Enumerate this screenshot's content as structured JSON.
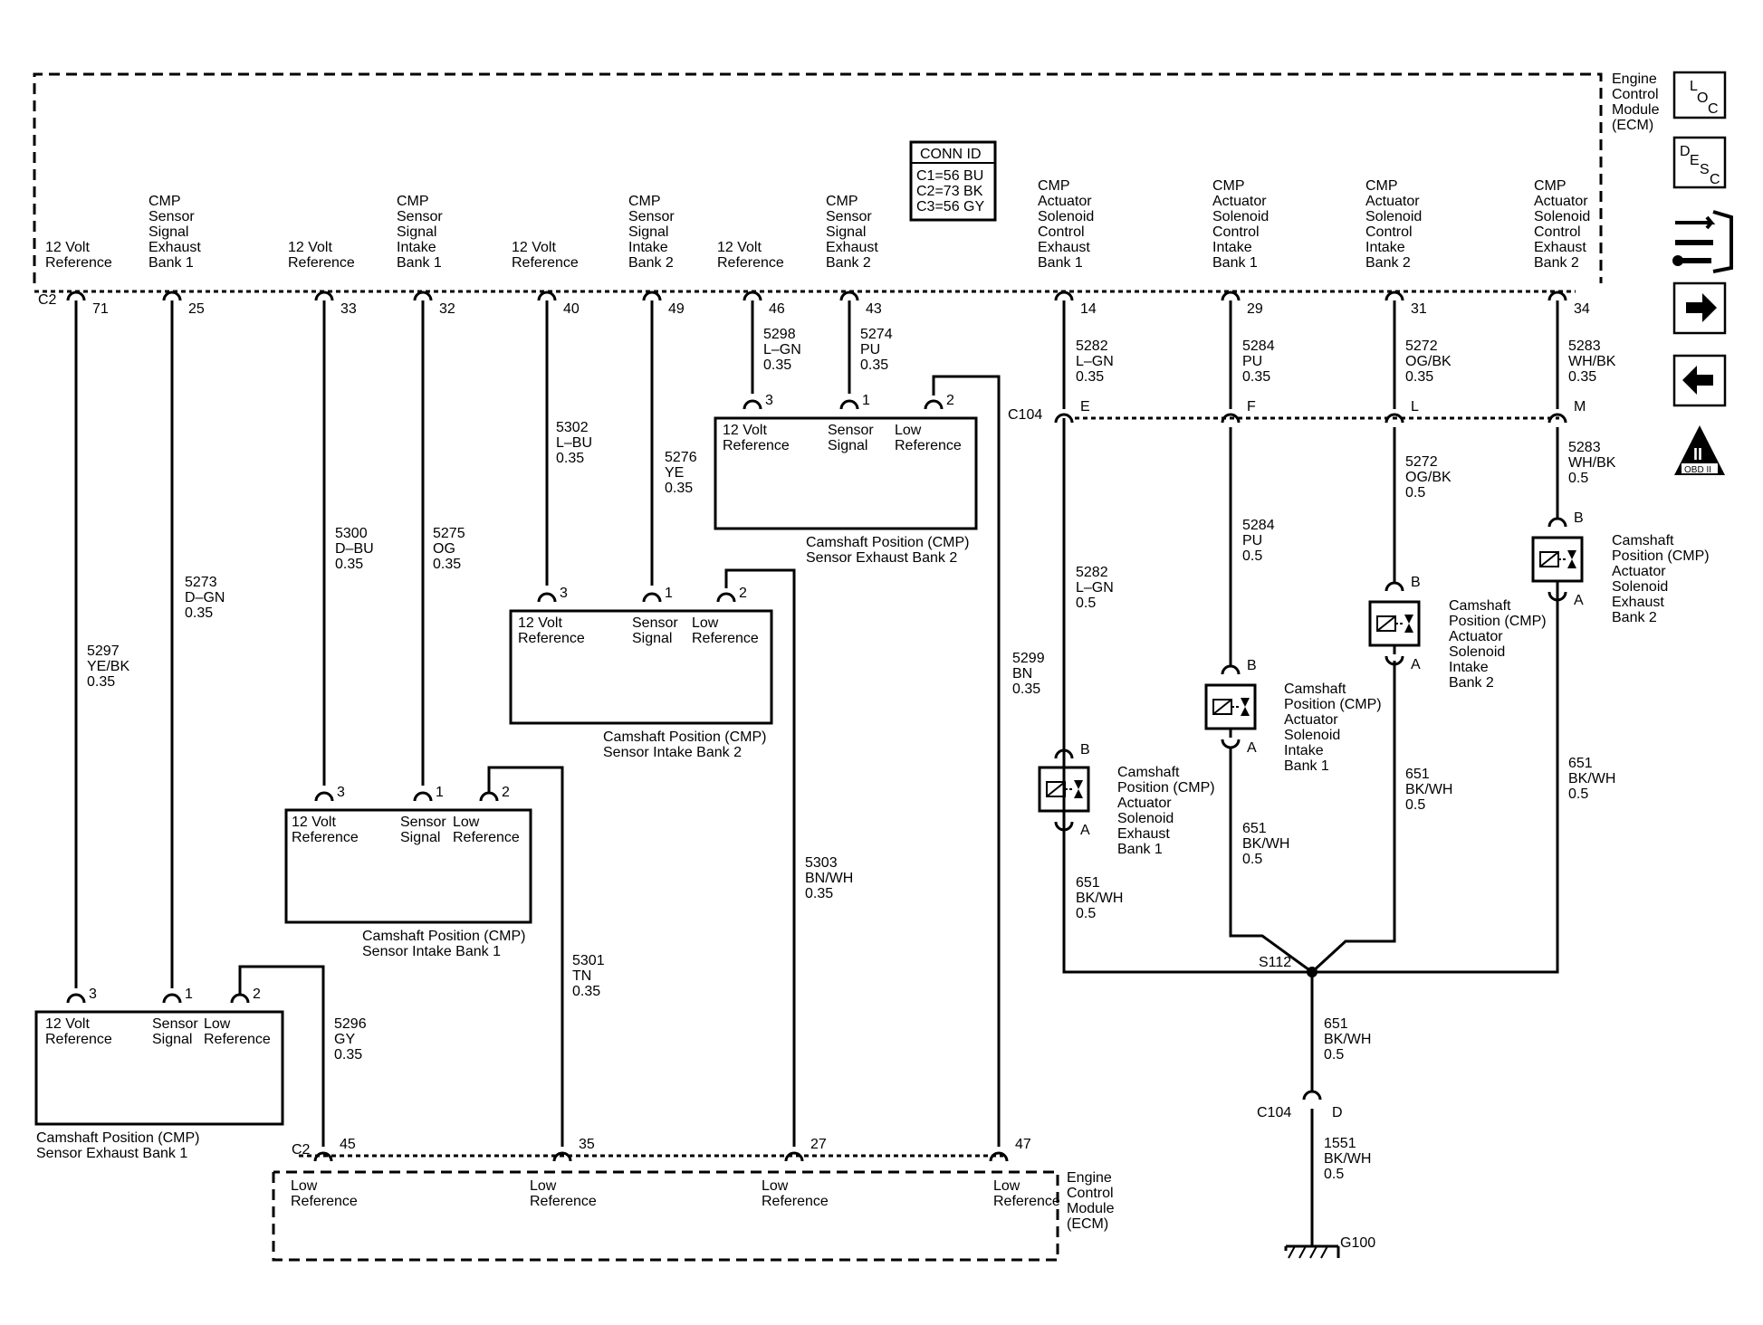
{
  "ecm": {
    "title": [
      "Engine",
      "Control",
      "Module",
      "(ECM)"
    ],
    "conn_id": {
      "title": "CONN ID",
      "lines": [
        "C1=56 BU",
        "C2=73 BK",
        "C3=56 GY"
      ]
    }
  },
  "connectors": {
    "c2": "C2",
    "c104": "C104",
    "s112": "S112",
    "g100": "G100"
  },
  "ecm_terminals": [
    {
      "pin": "71",
      "label": [
        "12 Volt",
        "Reference"
      ]
    },
    {
      "pin": "25",
      "label": [
        "CMP",
        "Sensor",
        "Signal",
        "Exhaust",
        "Bank 1"
      ]
    },
    {
      "pin": "33",
      "label": [
        "12 Volt",
        "Reference"
      ]
    },
    {
      "pin": "32",
      "label": [
        "CMP",
        "Sensor",
        "Signal",
        "Intake",
        "Bank 1"
      ]
    },
    {
      "pin": "40",
      "label": [
        "12 Volt",
        "Reference"
      ]
    },
    {
      "pin": "49",
      "label": [
        "CMP",
        "Sensor",
        "Signal",
        "Intake",
        "Bank 2"
      ]
    },
    {
      "pin": "46",
      "label": [
        "12 Volt",
        "Reference"
      ]
    },
    {
      "pin": "43",
      "label": [
        "CMP",
        "Sensor",
        "Signal",
        "Exhaust",
        "Bank 2"
      ]
    },
    {
      "pin": "14",
      "label": [
        "CMP",
        "Actuator",
        "Solenoid",
        "Control",
        "Exhaust",
        "Bank 1"
      ]
    },
    {
      "pin": "29",
      "label": [
        "CMP",
        "Actuator",
        "Solenoid",
        "Control",
        "Intake",
        "Bank 1"
      ]
    },
    {
      "pin": "31",
      "label": [
        "CMP",
        "Actuator",
        "Solenoid",
        "Control",
        "Intake",
        "Bank 2"
      ]
    },
    {
      "pin": "34",
      "label": [
        "CMP",
        "Actuator",
        "Solenoid",
        "Control",
        "Exhaust",
        "Bank 2"
      ]
    }
  ],
  "ecm_bottom": {
    "pins": [
      "45",
      "35",
      "27",
      "47"
    ],
    "label": [
      "Low",
      "Reference"
    ],
    "title": [
      "Engine",
      "Control",
      "Module",
      "(ECM)"
    ]
  },
  "wires": [
    [
      "5297",
      "YE/BK",
      "0.35"
    ],
    [
      "5273",
      "D–GN",
      "0.35"
    ],
    [
      "5300",
      "D–BU",
      "0.35"
    ],
    [
      "5275",
      "OG",
      "0.35"
    ],
    [
      "5302",
      "L–BU",
      "0.35"
    ],
    [
      "5276",
      "YE",
      "0.35"
    ],
    [
      "5298",
      "L–GN",
      "0.35"
    ],
    [
      "5274",
      "PU",
      "0.35"
    ],
    [
      "5299",
      "BN",
      "0.35"
    ],
    [
      "5303",
      "BN/WH",
      "0.35"
    ],
    [
      "5301",
      "TN",
      "0.35"
    ],
    [
      "5296",
      "GY",
      "0.35"
    ],
    [
      "5282",
      "L–GN",
      "0.35"
    ],
    [
      "5284",
      "PU",
      "0.35"
    ],
    [
      "5272",
      "OG/BK",
      "0.35"
    ],
    [
      "5283",
      "WH/BK",
      "0.35"
    ],
    [
      "5282",
      "L–GN",
      "0.5"
    ],
    [
      "5284",
      "PU",
      "0.5"
    ],
    [
      "5272",
      "OG/BK",
      "0.5"
    ],
    [
      "5283",
      "WH/BK",
      "0.5"
    ],
    [
      "651",
      "BK/WH",
      "0.5"
    ],
    [
      "651",
      "BK/WH",
      "0.5"
    ],
    [
      "651",
      "BK/WH",
      "0.5"
    ],
    [
      "651",
      "BK/WH",
      "0.5"
    ],
    [
      "651",
      "BK/WH",
      "0.5"
    ],
    [
      "1551",
      "BK/WH",
      "0.5"
    ]
  ],
  "c104_pins": [
    "E",
    "F",
    "L",
    "M",
    "D"
  ],
  "sensors": [
    {
      "name": [
        "Camshaft Position (CMP)",
        "Sensor Exhaust Bank 1"
      ],
      "pins": [
        "3",
        "1",
        "2"
      ],
      "labels": [
        [
          "12 Volt",
          "Reference"
        ],
        [
          "Sensor",
          "Signal"
        ],
        [
          "Low",
          "Reference"
        ]
      ]
    },
    {
      "name": [
        "Camshaft Position (CMP)",
        "Sensor Intake Bank 1"
      ],
      "pins": [
        "3",
        "1",
        "2"
      ],
      "labels": [
        [
          "12 Volt",
          "Reference"
        ],
        [
          "Sensor",
          "Signal"
        ],
        [
          "Low",
          "Reference"
        ]
      ]
    },
    {
      "name": [
        "Camshaft Position (CMP)",
        "Sensor Intake Bank 2"
      ],
      "pins": [
        "3",
        "1",
        "2"
      ],
      "labels": [
        [
          "12 Volt",
          "Reference"
        ],
        [
          "Sensor",
          "Signal"
        ],
        [
          "Low",
          "Reference"
        ]
      ]
    },
    {
      "name": [
        "Camshaft Position (CMP)",
        "Sensor Exhaust Bank 2"
      ],
      "pins": [
        "3",
        "1",
        "2"
      ],
      "labels": [
        [
          "12 Volt",
          "Reference"
        ],
        [
          "Sensor",
          "Signal"
        ],
        [
          "Low",
          "Reference"
        ]
      ]
    }
  ],
  "solenoids": [
    {
      "pins": [
        "B",
        "A"
      ],
      "name": [
        "Camshaft",
        "Position (CMP)",
        "Actuator",
        "Solenoid",
        "Exhaust",
        "Bank 1"
      ]
    },
    {
      "pins": [
        "B",
        "A"
      ],
      "name": [
        "Camshaft",
        "Position (CMP)",
        "Actuator",
        "Solenoid",
        "Intake",
        "Bank 1"
      ]
    },
    {
      "pins": [
        "B",
        "A"
      ],
      "name": [
        "Camshaft",
        "Position (CMP)",
        "Actuator",
        "Solenoid",
        "Intake",
        "Bank 2"
      ]
    },
    {
      "pins": [
        "B",
        "A"
      ],
      "name": [
        "Camshaft",
        "Position (CMP)",
        "Actuator",
        "Solenoid",
        "Exhaust",
        "Bank 2"
      ]
    }
  ],
  "side_icons": {
    "loc": [
      "L",
      "O",
      "C"
    ],
    "desc": [
      "D",
      "E",
      "S",
      "C"
    ],
    "obd": "II",
    "obd_caption": "OBD II",
    "names": [
      "loc-icon",
      "desc-icon",
      "schematic-connector-icon",
      "forward-arrow-icon",
      "back-arrow-icon",
      "obd-ii-icon"
    ]
  }
}
